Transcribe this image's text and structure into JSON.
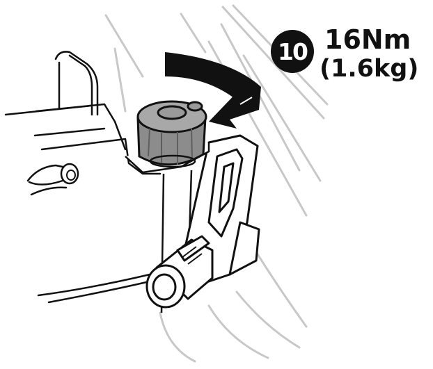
{
  "step": {
    "number": "10",
    "torque_nm": "16Nm",
    "torque_kg": "(1.6kg)"
  },
  "colors": {
    "ink": "#111111",
    "knob": "#8c8c8c",
    "guide_lines": "#c8c8c8",
    "background": "#ffffff"
  },
  "icons": {
    "rotation": "clockwise-rotation-arrow-icon",
    "knob": "tightening-knob"
  }
}
